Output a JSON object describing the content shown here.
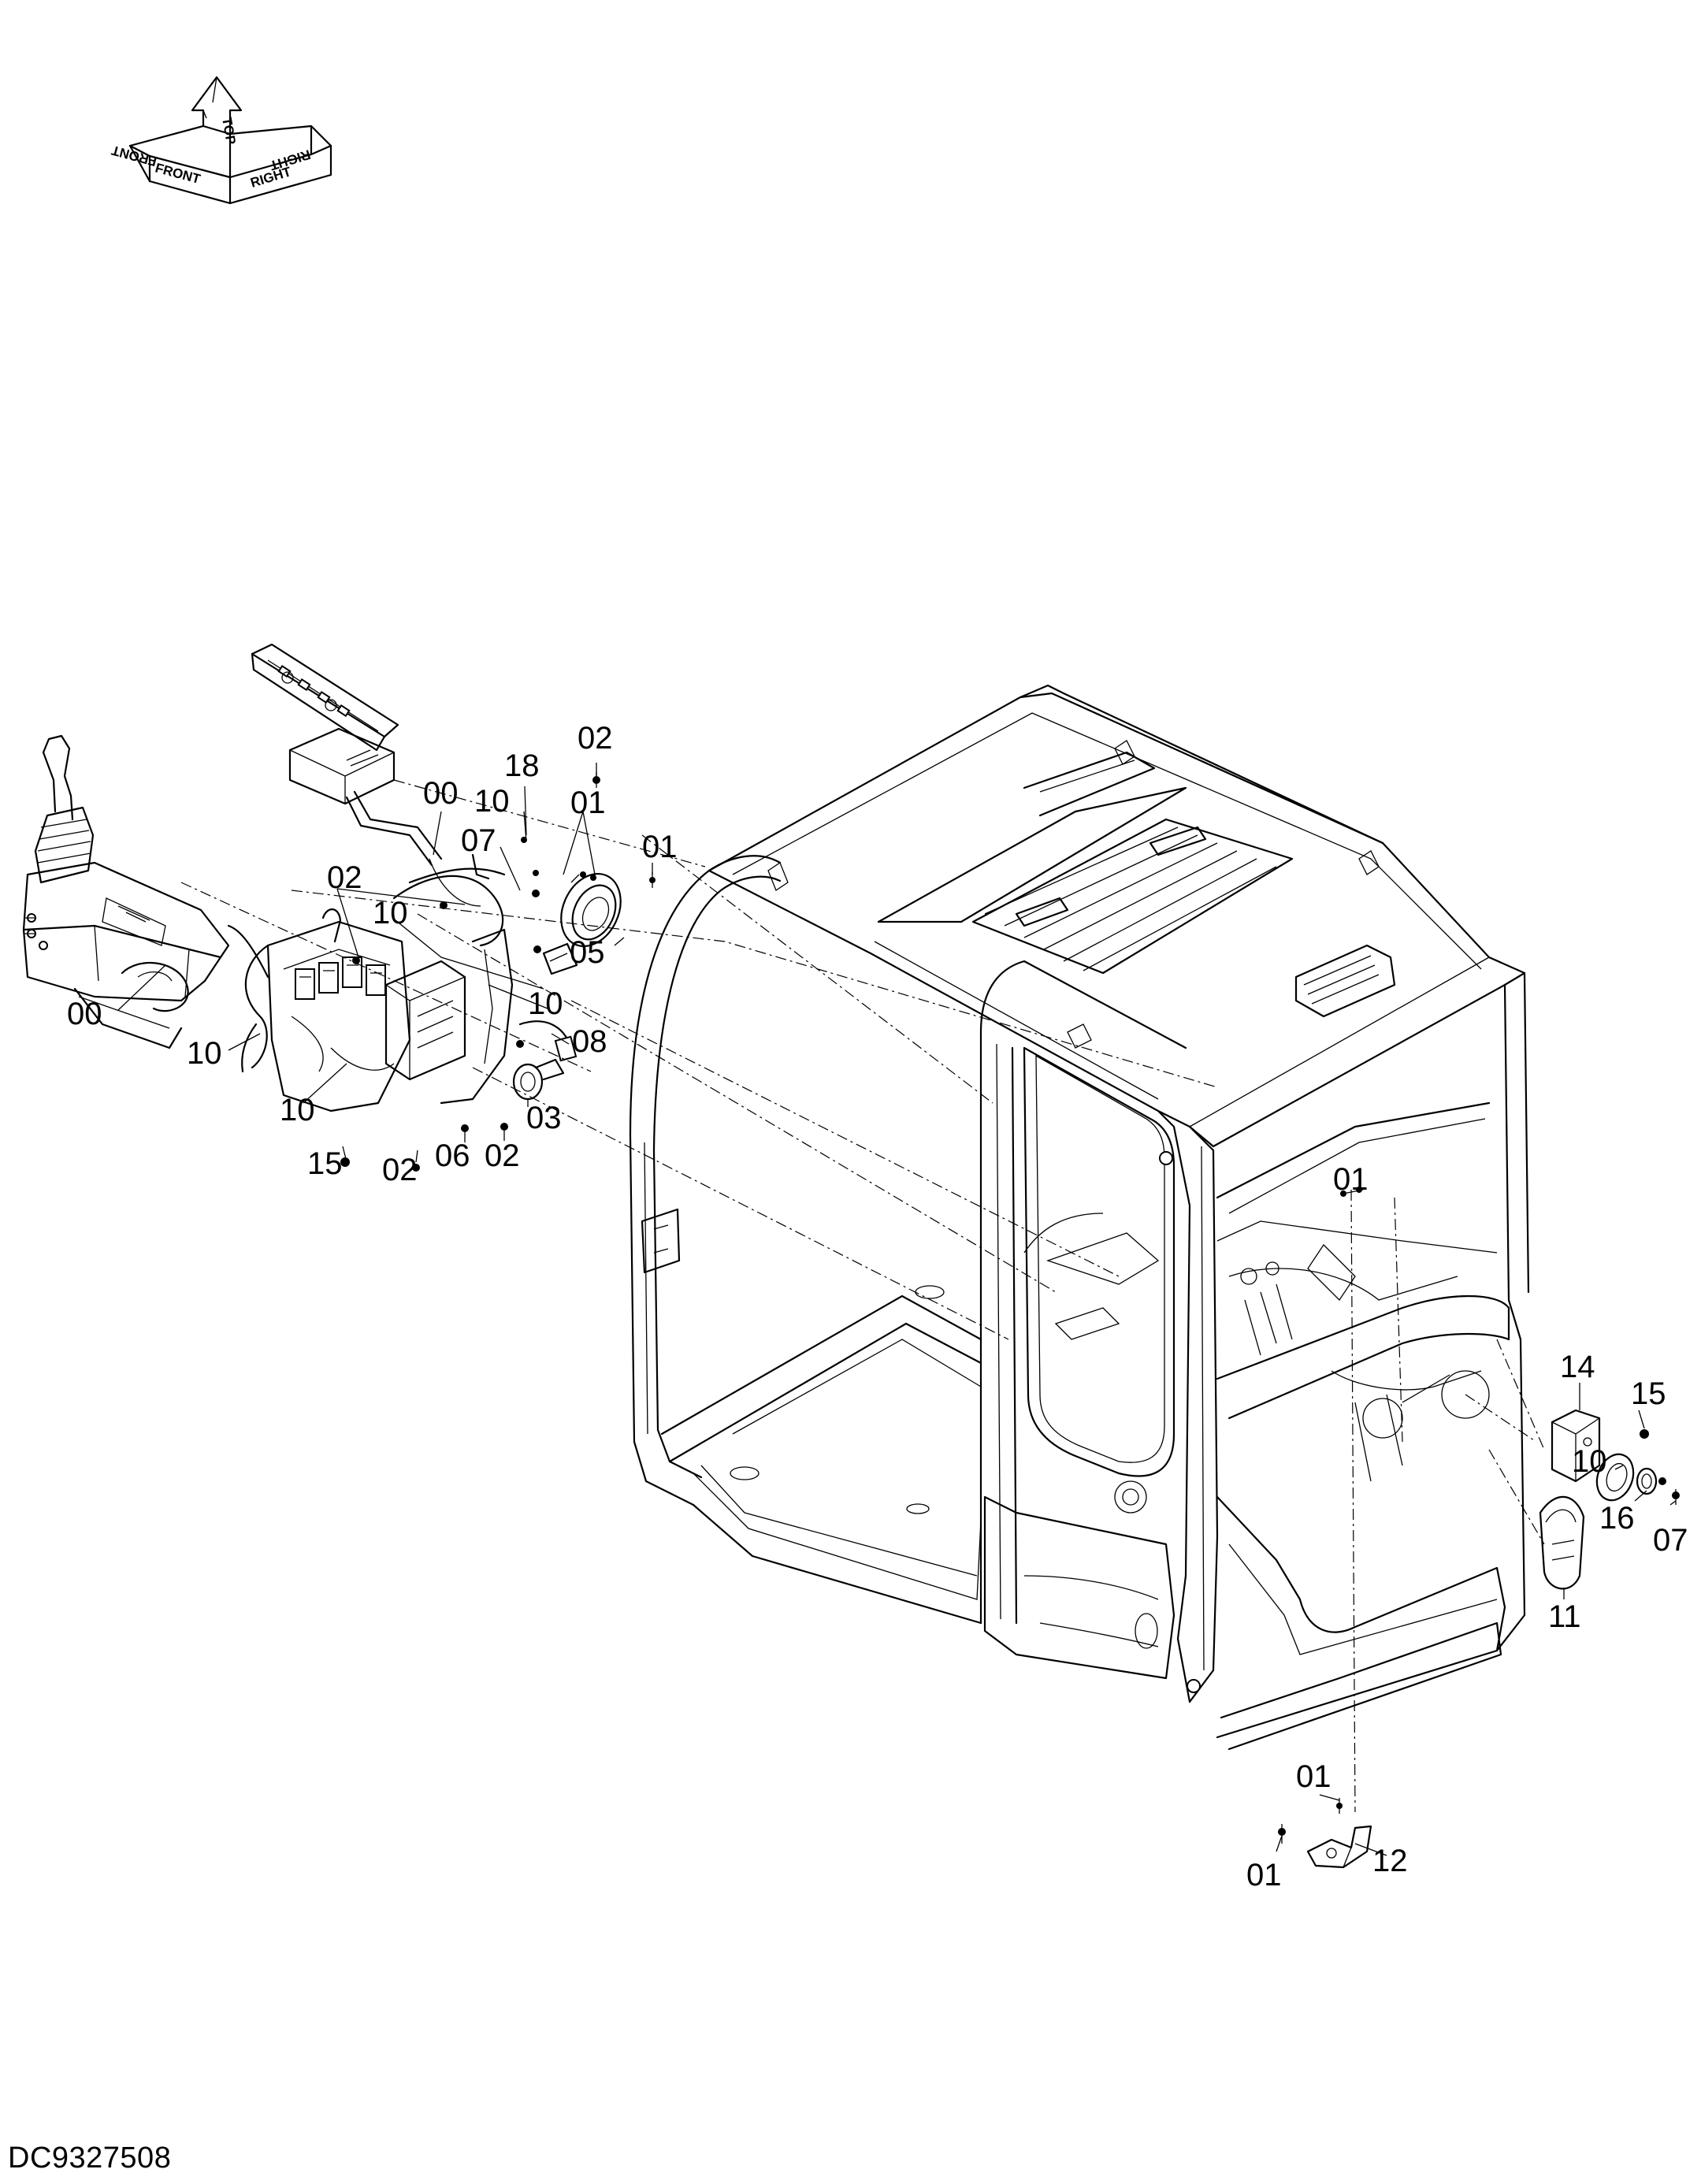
{
  "orientation": {
    "top": "TOP",
    "front": "FRONT",
    "right": "RIGHT"
  },
  "callouts": [
    {
      "id": "c-02-a",
      "text": "02"
    },
    {
      "id": "c-18",
      "text": "18"
    },
    {
      "id": "c-00-a",
      "text": "00"
    },
    {
      "id": "c-10-a",
      "text": "10"
    },
    {
      "id": "c-01-a",
      "text": "01"
    },
    {
      "id": "c-01-b",
      "text": "01"
    },
    {
      "id": "c-07-a",
      "text": "07"
    },
    {
      "id": "c-02-b",
      "text": "02"
    },
    {
      "id": "c-10-b",
      "text": "10"
    },
    {
      "id": "c-05",
      "text": "05"
    },
    {
      "id": "c-10-c",
      "text": "10"
    },
    {
      "id": "c-00-b",
      "text": "00"
    },
    {
      "id": "c-08",
      "text": "08"
    },
    {
      "id": "c-10-d",
      "text": "10"
    },
    {
      "id": "c-03",
      "text": "03"
    },
    {
      "id": "c-10-e",
      "text": "10"
    },
    {
      "id": "c-15-a",
      "text": "15"
    },
    {
      "id": "c-02-c",
      "text": "02"
    },
    {
      "id": "c-06",
      "text": "06"
    },
    {
      "id": "c-02-d",
      "text": "02"
    },
    {
      "id": "c-01-c",
      "text": "01"
    },
    {
      "id": "c-14",
      "text": "14"
    },
    {
      "id": "c-15-b",
      "text": "15"
    },
    {
      "id": "c-10-f",
      "text": "10"
    },
    {
      "id": "c-16",
      "text": "16"
    },
    {
      "id": "c-07-b",
      "text": "07"
    },
    {
      "id": "c-11",
      "text": "11"
    },
    {
      "id": "c-01-d",
      "text": "01"
    },
    {
      "id": "c-12",
      "text": "12"
    },
    {
      "id": "c-01-e",
      "text": "01"
    }
  ],
  "drawing_number": "DC9327508"
}
